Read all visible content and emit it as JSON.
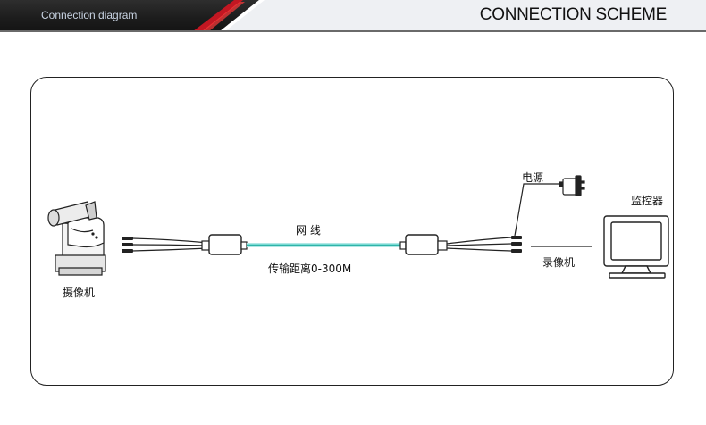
{
  "header": {
    "left_title": "Connection diagram",
    "right_title": "CONNECTION SCHEME"
  },
  "diagram": {
    "labels": {
      "camera": "摄像机",
      "cable": "网 线",
      "distance": "传输距离0-300M",
      "power": "电源",
      "monitor": "监控器",
      "recorder": "录像机"
    },
    "colors": {
      "header_dark": "#1c1c1c",
      "header_accent": "#e0202a",
      "cable_glow": "#7fe0d8",
      "outline": "#222222"
    },
    "icons": [
      "ptz-camera-icon",
      "balun-transceiver-icon",
      "power-adapter-icon",
      "crt-monitor-icon"
    ]
  }
}
